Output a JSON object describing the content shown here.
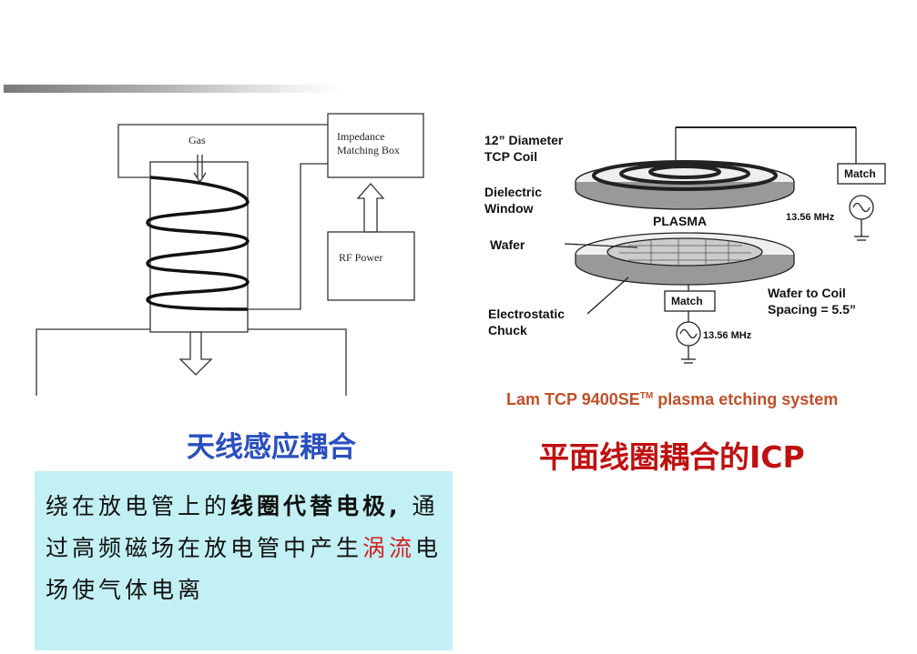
{
  "left_diagram": {
    "gas_label": "Gas",
    "impedance_label_1": "Impedance",
    "impedance_label_2": "Matching Box",
    "rf_power_label": "RF Power",
    "title": "天线感应耦合"
  },
  "right_diagram": {
    "coil_label_1": "12” Diameter",
    "coil_label_2": "TCP Coil",
    "dielectric_label_1": "Dielectric",
    "dielectric_label_2": "Window",
    "plasma_label": "PLASMA",
    "wafer_label": "Wafer",
    "chuck_label_1": "Electrostatic",
    "chuck_label_2": "Chuck",
    "match_top": "Match",
    "match_bottom": "Match",
    "freq_top": "13.56 MHz",
    "freq_bottom": "13.56 MHz",
    "spacing_label_1": "Wafer to Coil",
    "spacing_label_2": "Spacing = 5.5”",
    "caption_main": "Lam TCP 9400SE",
    "caption_tm": "TM",
    "caption_rest": " plasma etching system",
    "title": "平面线圈耦合的ICP"
  },
  "description": {
    "seg1": "绕在放电管上的",
    "seg2_bold": "线圈代替电极,",
    "seg3": " 通过高频磁场在放电管中产生",
    "seg4_red": "涡流",
    "seg5": "电场使气体电离"
  },
  "colors": {
    "left_title": "#2a4fbf",
    "right_title": "#c01010",
    "caption": "#c0502a",
    "box_bg": "#c3f0f4"
  }
}
